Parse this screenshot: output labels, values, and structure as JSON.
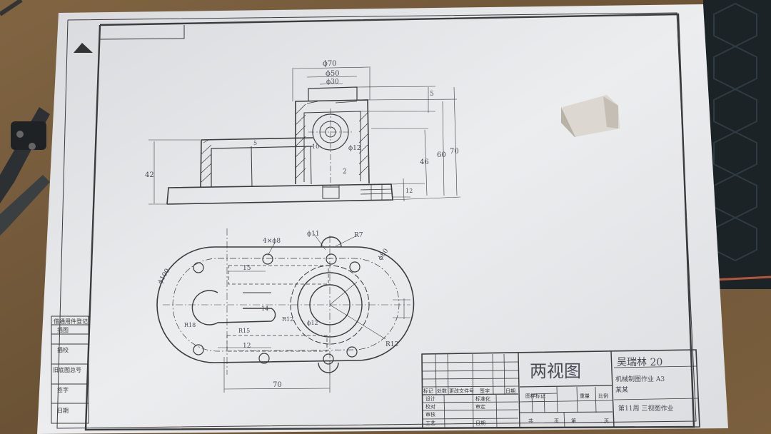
{
  "drawing": {
    "title": "两视图",
    "signature": "吴瑞林 20",
    "material_note": "机械制图作业 A3",
    "note_2": "某某",
    "note_3": "第11周 三视图作业"
  },
  "left_strip": [
    "借通用件登记",
    "描图",
    "描校",
    "旧底图总号",
    "签字",
    "日期"
  ],
  "title_block": {
    "header_row": [
      "标记",
      "处数",
      "更改文件号",
      "签字",
      "日期"
    ],
    "rows": [
      [
        "设计",
        "",
        "标准化",
        ""
      ],
      [
        "校对",
        "",
        "审定",
        ""
      ],
      [
        "审核",
        "",
        "",
        ""
      ],
      [
        "工艺",
        "",
        "日期",
        ""
      ]
    ],
    "stage_label": "图样标记",
    "weight_label": "重量",
    "scale_label": "比例",
    "sheet_total_label": "共",
    "sheet_unit_label": "页",
    "sheet_num_label": "第",
    "sheet_num_unit": "页"
  },
  "front_view_dims": [
    "ϕ70",
    "ϕ50",
    "ϕ30",
    "5",
    "46",
    "60",
    "70",
    "42",
    "5",
    "12",
    "2",
    "ϕ12",
    "10"
  ],
  "top_view_dims": [
    "4×ϕ8",
    "ϕ11",
    "R7",
    "ϕ80",
    "ϕ100",
    "15",
    "R18",
    "14",
    "R12",
    "R15",
    "ϕ12",
    "12",
    "70",
    "R12"
  ],
  "colors": {
    "paper": "#e9eaec",
    "line": "#3b3b3b",
    "desk": "#6e5437",
    "mat": "#1f2a30",
    "eraser": "#dedad3"
  }
}
